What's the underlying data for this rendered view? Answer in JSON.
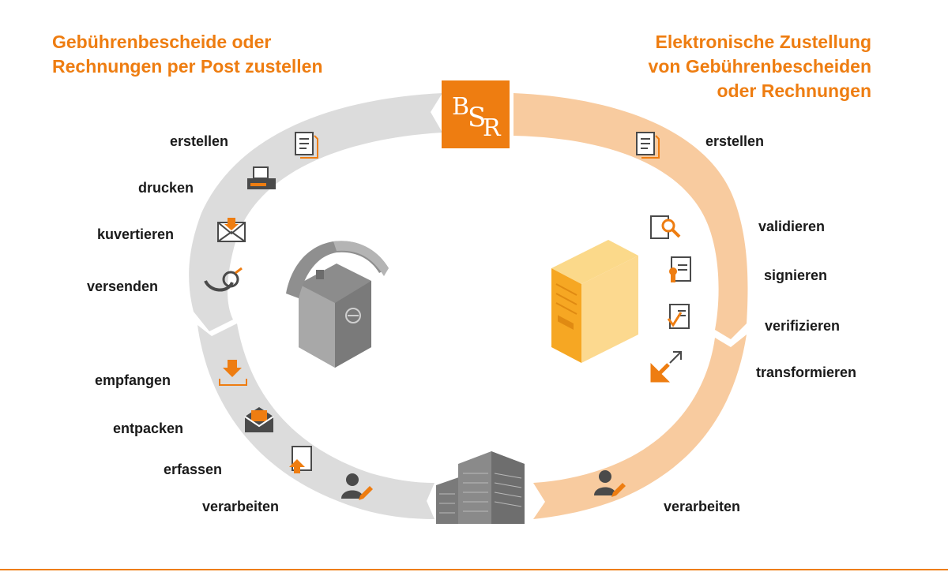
{
  "titles": {
    "left_line1": "Gebührenbescheide oder",
    "left_line2": "Rechnungen per Post zustellen",
    "right_line1": "Elektronische Zustellung",
    "right_line2": "von Gebührenbescheiden",
    "right_line3": "oder Rechnungen"
  },
  "logo": {
    "text": "BSR"
  },
  "left_steps": [
    "erstellen",
    "drucken",
    "kuvertieren",
    "versenden",
    "empfangen",
    "entpacken",
    "erfassen",
    "verarbeiten"
  ],
  "right_steps": [
    "erstellen",
    "validieren",
    "signieren",
    "verifizieren",
    "transformieren",
    "verarbeiten"
  ],
  "colors": {
    "accent": "#ee7d11",
    "left_arc": "#d9d9d9",
    "right_arc": "#f7c9a0",
    "icon_dark": "#4a4a4a"
  }
}
